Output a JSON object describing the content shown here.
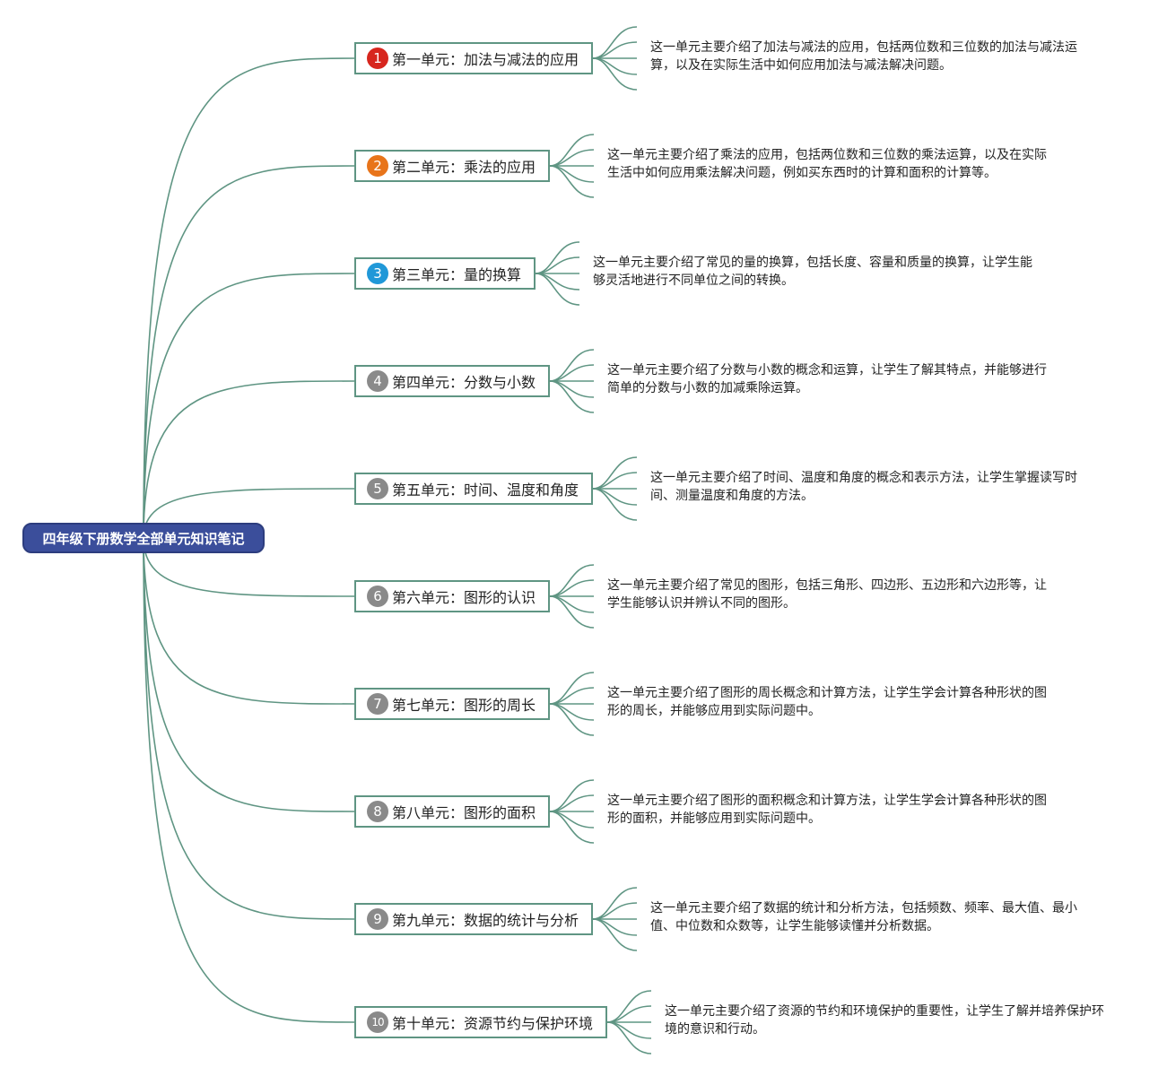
{
  "colors": {
    "root_bg": "#3b4e9b",
    "link": "#5f9583",
    "badge_red": "#d7261e",
    "badge_orange": "#e8741a",
    "badge_blue": "#2098d8",
    "badge_gray": "#8a8a8a"
  },
  "root": {
    "title": "四年级下册数学全部单元知识笔记"
  },
  "units": [
    {
      "num": "1",
      "badge_color": "#d7261e",
      "title": "第一单元：加法与减法的应用",
      "desc": [
        "这一单元主要介绍了加法与减法的应用，包括两位数和三位数的加法与减法运",
        "算，以及在实际生活中如何应用加法与减法解决问题。"
      ]
    },
    {
      "num": "2",
      "badge_color": "#e8741a",
      "title": "第二单元：乘法的应用",
      "desc": [
        "这一单元主要介绍了乘法的应用，包括两位数和三位数的乘法运算，以及在实际",
        "生活中如何应用乘法解决问题，例如买东西时的计算和面积的计算等。"
      ]
    },
    {
      "num": "3",
      "badge_color": "#2098d8",
      "title": "第三单元：量的换算",
      "desc": [
        "这一单元主要介绍了常见的量的换算，包括长度、容量和质量的换算，让学生能",
        "够灵活地进行不同单位之间的转换。"
      ]
    },
    {
      "num": "4",
      "badge_color": "#8a8a8a",
      "title": "第四单元：分数与小数",
      "desc": [
        "这一单元主要介绍了分数与小数的概念和运算，让学生了解其特点，并能够进行",
        "简单的分数与小数的加减乘除运算。"
      ]
    },
    {
      "num": "5",
      "badge_color": "#8a8a8a",
      "title": "第五单元：时间、温度和角度",
      "desc": [
        "这一单元主要介绍了时间、温度和角度的概念和表示方法，让学生掌握读写时",
        "间、测量温度和角度的方法。"
      ]
    },
    {
      "num": "6",
      "badge_color": "#8a8a8a",
      "title": "第六单元：图形的认识",
      "desc": [
        "这一单元主要介绍了常见的图形，包括三角形、四边形、五边形和六边形等，让",
        "学生能够认识并辨认不同的图形。"
      ]
    },
    {
      "num": "7",
      "badge_color": "#8a8a8a",
      "title": "第七单元：图形的周长",
      "desc": [
        "这一单元主要介绍了图形的周长概念和计算方法，让学生学会计算各种形状的图",
        "形的周长，并能够应用到实际问题中。"
      ]
    },
    {
      "num": "8",
      "badge_color": "#8a8a8a",
      "title": "第八单元：图形的面积",
      "desc": [
        "这一单元主要介绍了图形的面积概念和计算方法，让学生学会计算各种形状的图",
        "形的面积，并能够应用到实际问题中。"
      ]
    },
    {
      "num": "9",
      "badge_color": "#8a8a8a",
      "title": "第九单元：数据的统计与分析",
      "desc": [
        "这一单元主要介绍了数据的统计和分析方法，包括频数、频率、最大值、最小",
        "值、中位数和众数等，让学生能够读懂并分析数据。"
      ]
    },
    {
      "num": "10",
      "badge_color": "#8a8a8a",
      "title": "第十单元：资源节约与保护环境",
      "desc": [
        "这一单元主要介绍了资源的节约和环境保护的重要性，让学生了解并培养保护环",
        "境的意识和行动。"
      ]
    }
  ]
}
